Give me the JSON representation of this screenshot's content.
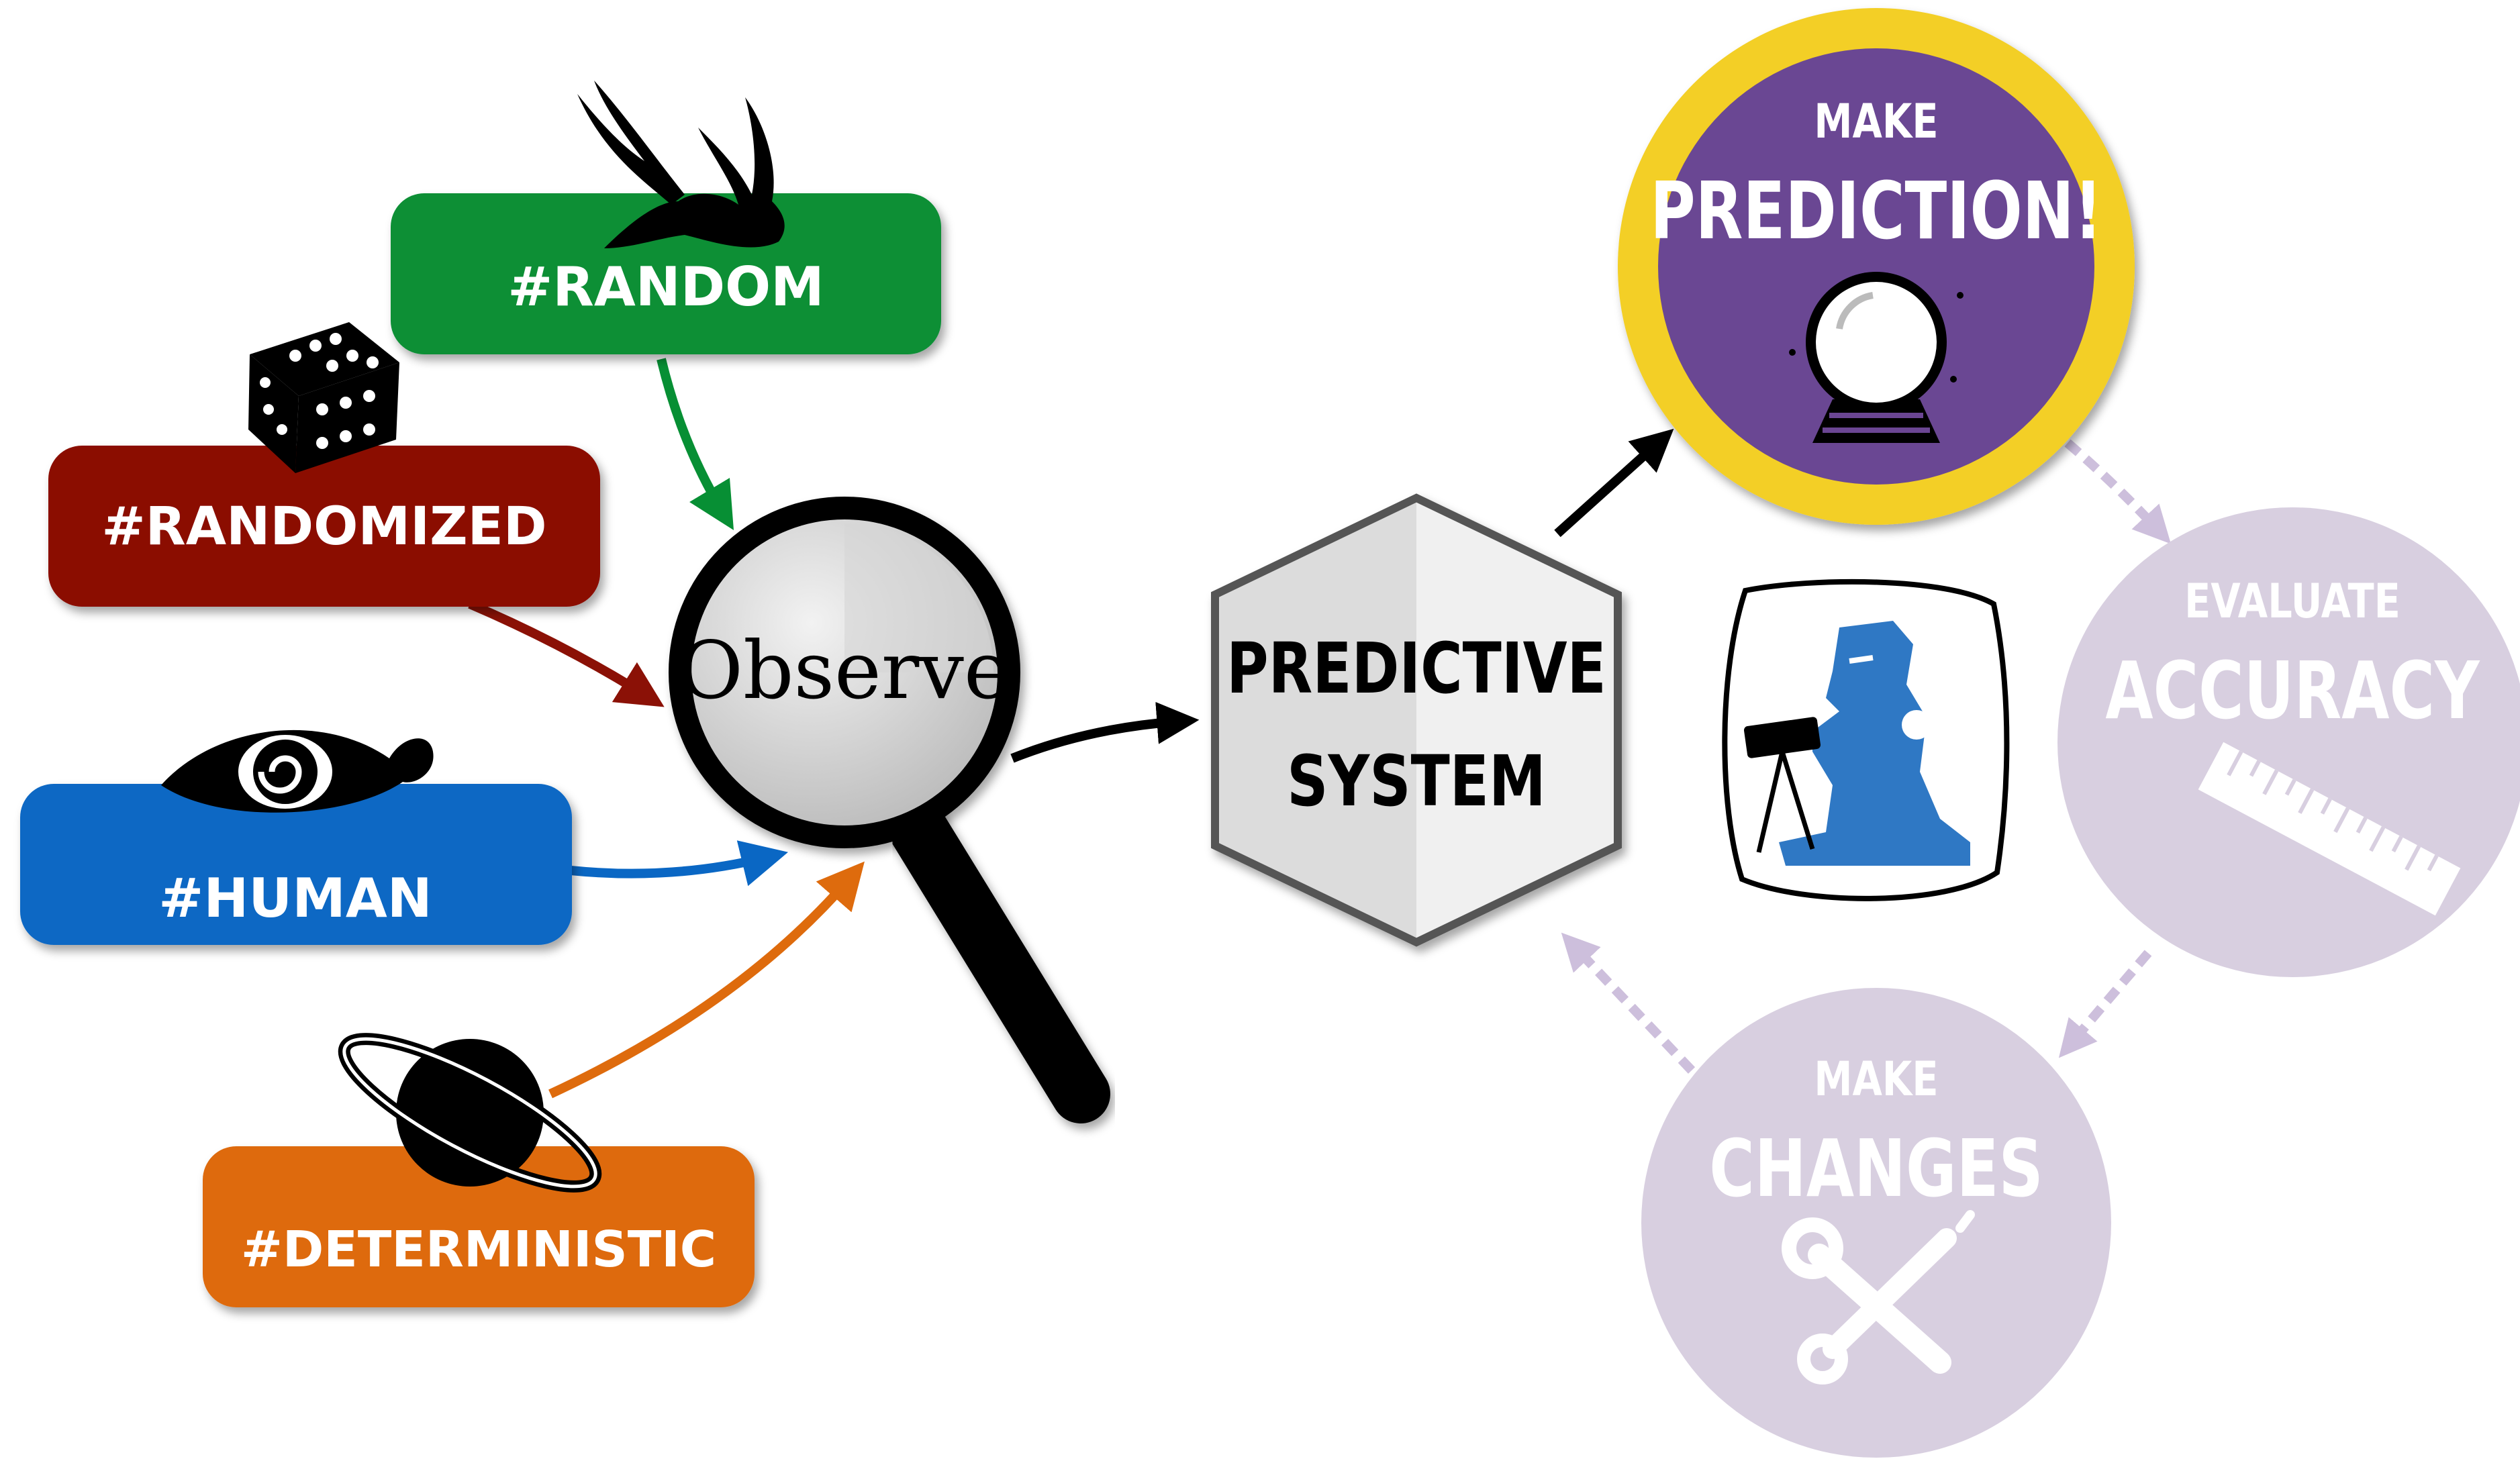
{
  "colors": {
    "random": "#078f34",
    "randomized": "#8b1106",
    "human": "#0a67c4",
    "deterministic": "#de6b0d",
    "prediction_fill": "#6b4693",
    "prediction_ring": "#f3cf25",
    "faded_circle": "#d8cfe0",
    "faded_arrow": "#cdbfdc",
    "hexagon": "#e8e8e8",
    "observer": "#2f78c4"
  },
  "sources": {
    "random": {
      "label": "#RANDOM",
      "icon": "bird-icon"
    },
    "randomized": {
      "label": "#RANDOMIZED",
      "icon": "dice-icon"
    },
    "human": {
      "label": "#HUMAN",
      "icon": "eye-icon"
    },
    "deterministic": {
      "label": "#DETERMINISTIC",
      "icon": "planet-icon"
    }
  },
  "observe": {
    "label": "Observe",
    "icon": "magnifier-icon"
  },
  "system": {
    "line1": "PREDICTIVE",
    "line2": "SYSTEM"
  },
  "cycle": {
    "prediction": {
      "top": "MAKE",
      "main": "PREDICTION!",
      "icon": "crystal-ball-icon"
    },
    "accuracy": {
      "top": "EVALUATE",
      "main": "ACCURACY",
      "icon": "ruler-icon"
    },
    "changes": {
      "top": "MAKE",
      "main": "CHANGES",
      "icon": "tools-icon"
    }
  },
  "center_icon": "observer-with-telescope-icon"
}
